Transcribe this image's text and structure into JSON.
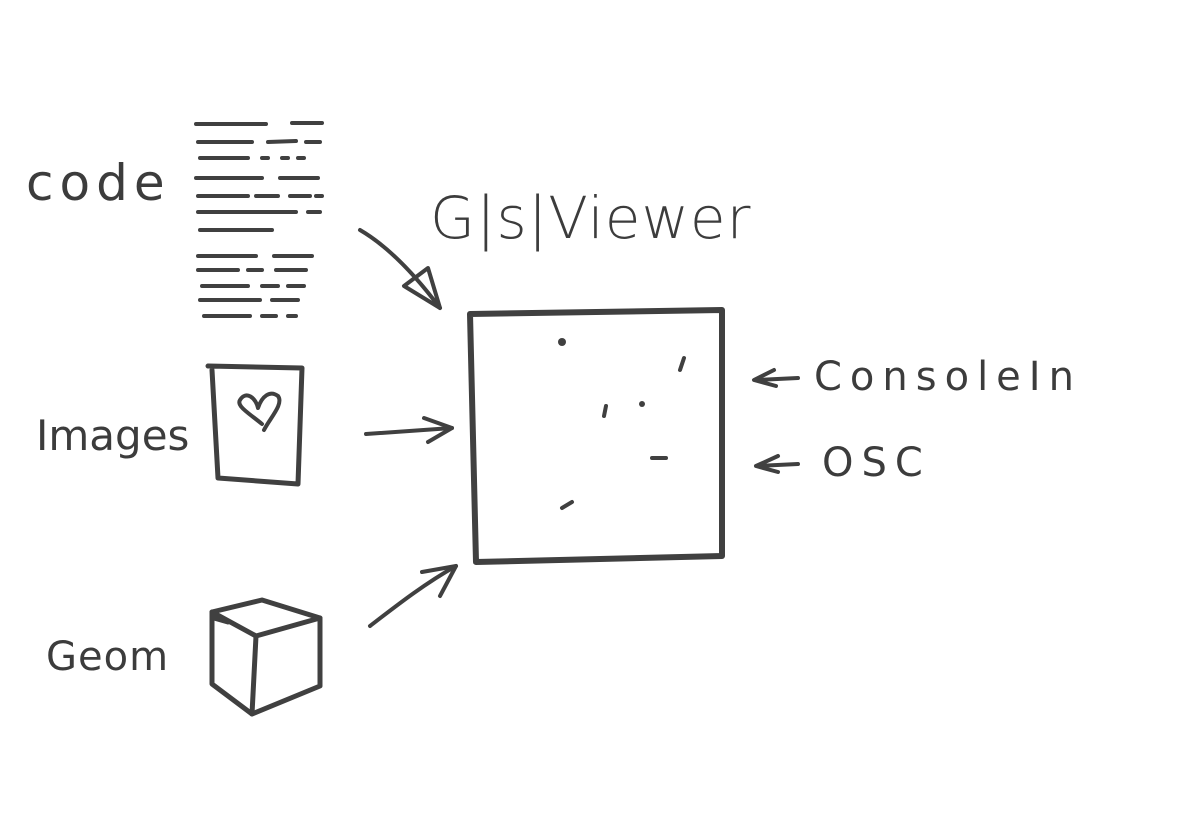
{
  "title": "G|s|Viewer",
  "inputs": {
    "code_label": "code",
    "images_label": "Images",
    "geom_label": "Geom"
  },
  "side_inputs": {
    "console_label": "ConsoleIn",
    "osc_label": "OSC"
  },
  "colors": {
    "ink": "#404040",
    "background": "#ffffff"
  }
}
